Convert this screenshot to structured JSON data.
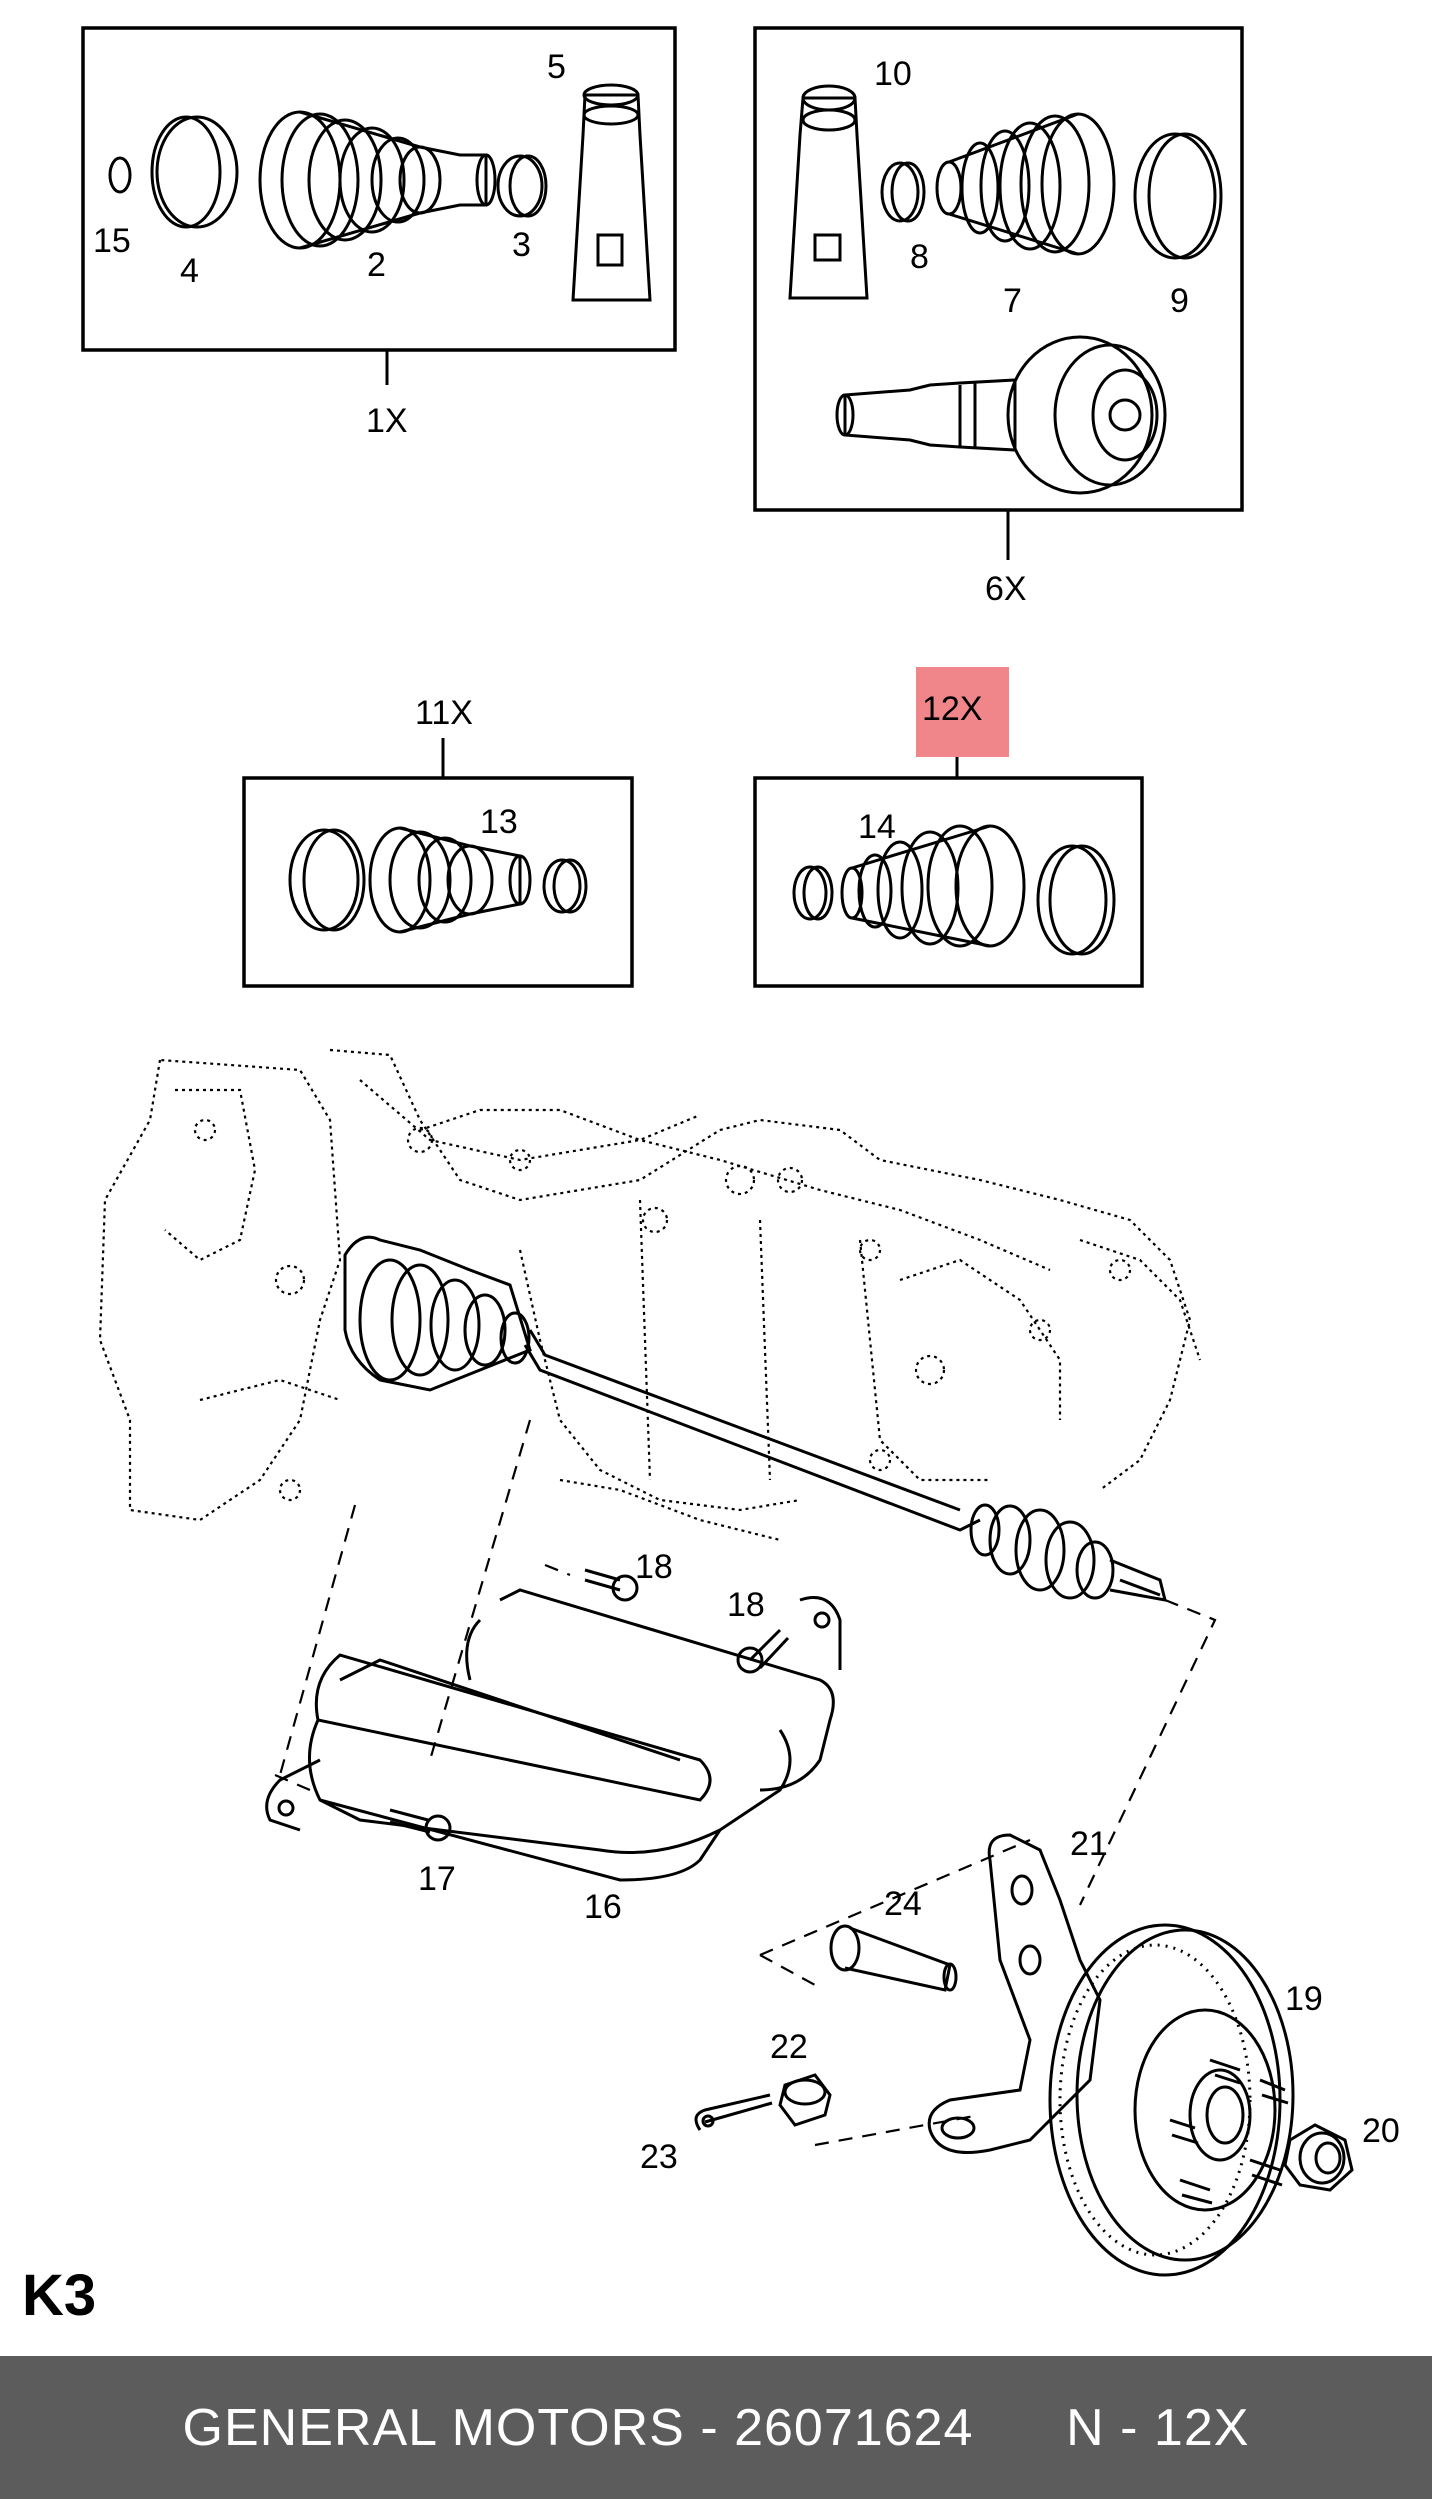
{
  "diagram": {
    "kits": {
      "k1": {
        "label": "1X",
        "parts": {
          "a": "5",
          "b": "15",
          "c": "4",
          "d": "2",
          "e": "3"
        }
      },
      "k6": {
        "label": "6X",
        "parts": {
          "a": "10",
          "b": "8",
          "c": "7",
          "d": "9"
        }
      },
      "k11": {
        "label": "11X",
        "parts": {
          "a": "13"
        }
      },
      "k12": {
        "label": "12X",
        "highlighted": true,
        "highlight_color": "#f0868a",
        "parts": {
          "a": "14"
        }
      }
    },
    "callouts": {
      "c16": "16",
      "c17": "17",
      "c18a": "18",
      "c18b": "18",
      "c19": "19",
      "c20": "20",
      "c21": "21",
      "c22": "22",
      "c23": "23",
      "c24": "24"
    }
  },
  "sheet_code": "K3",
  "footer": {
    "brand": "GENERAL MOTORS",
    "separator": "-",
    "part_number": "26071624",
    "ref": "N - 12X"
  }
}
